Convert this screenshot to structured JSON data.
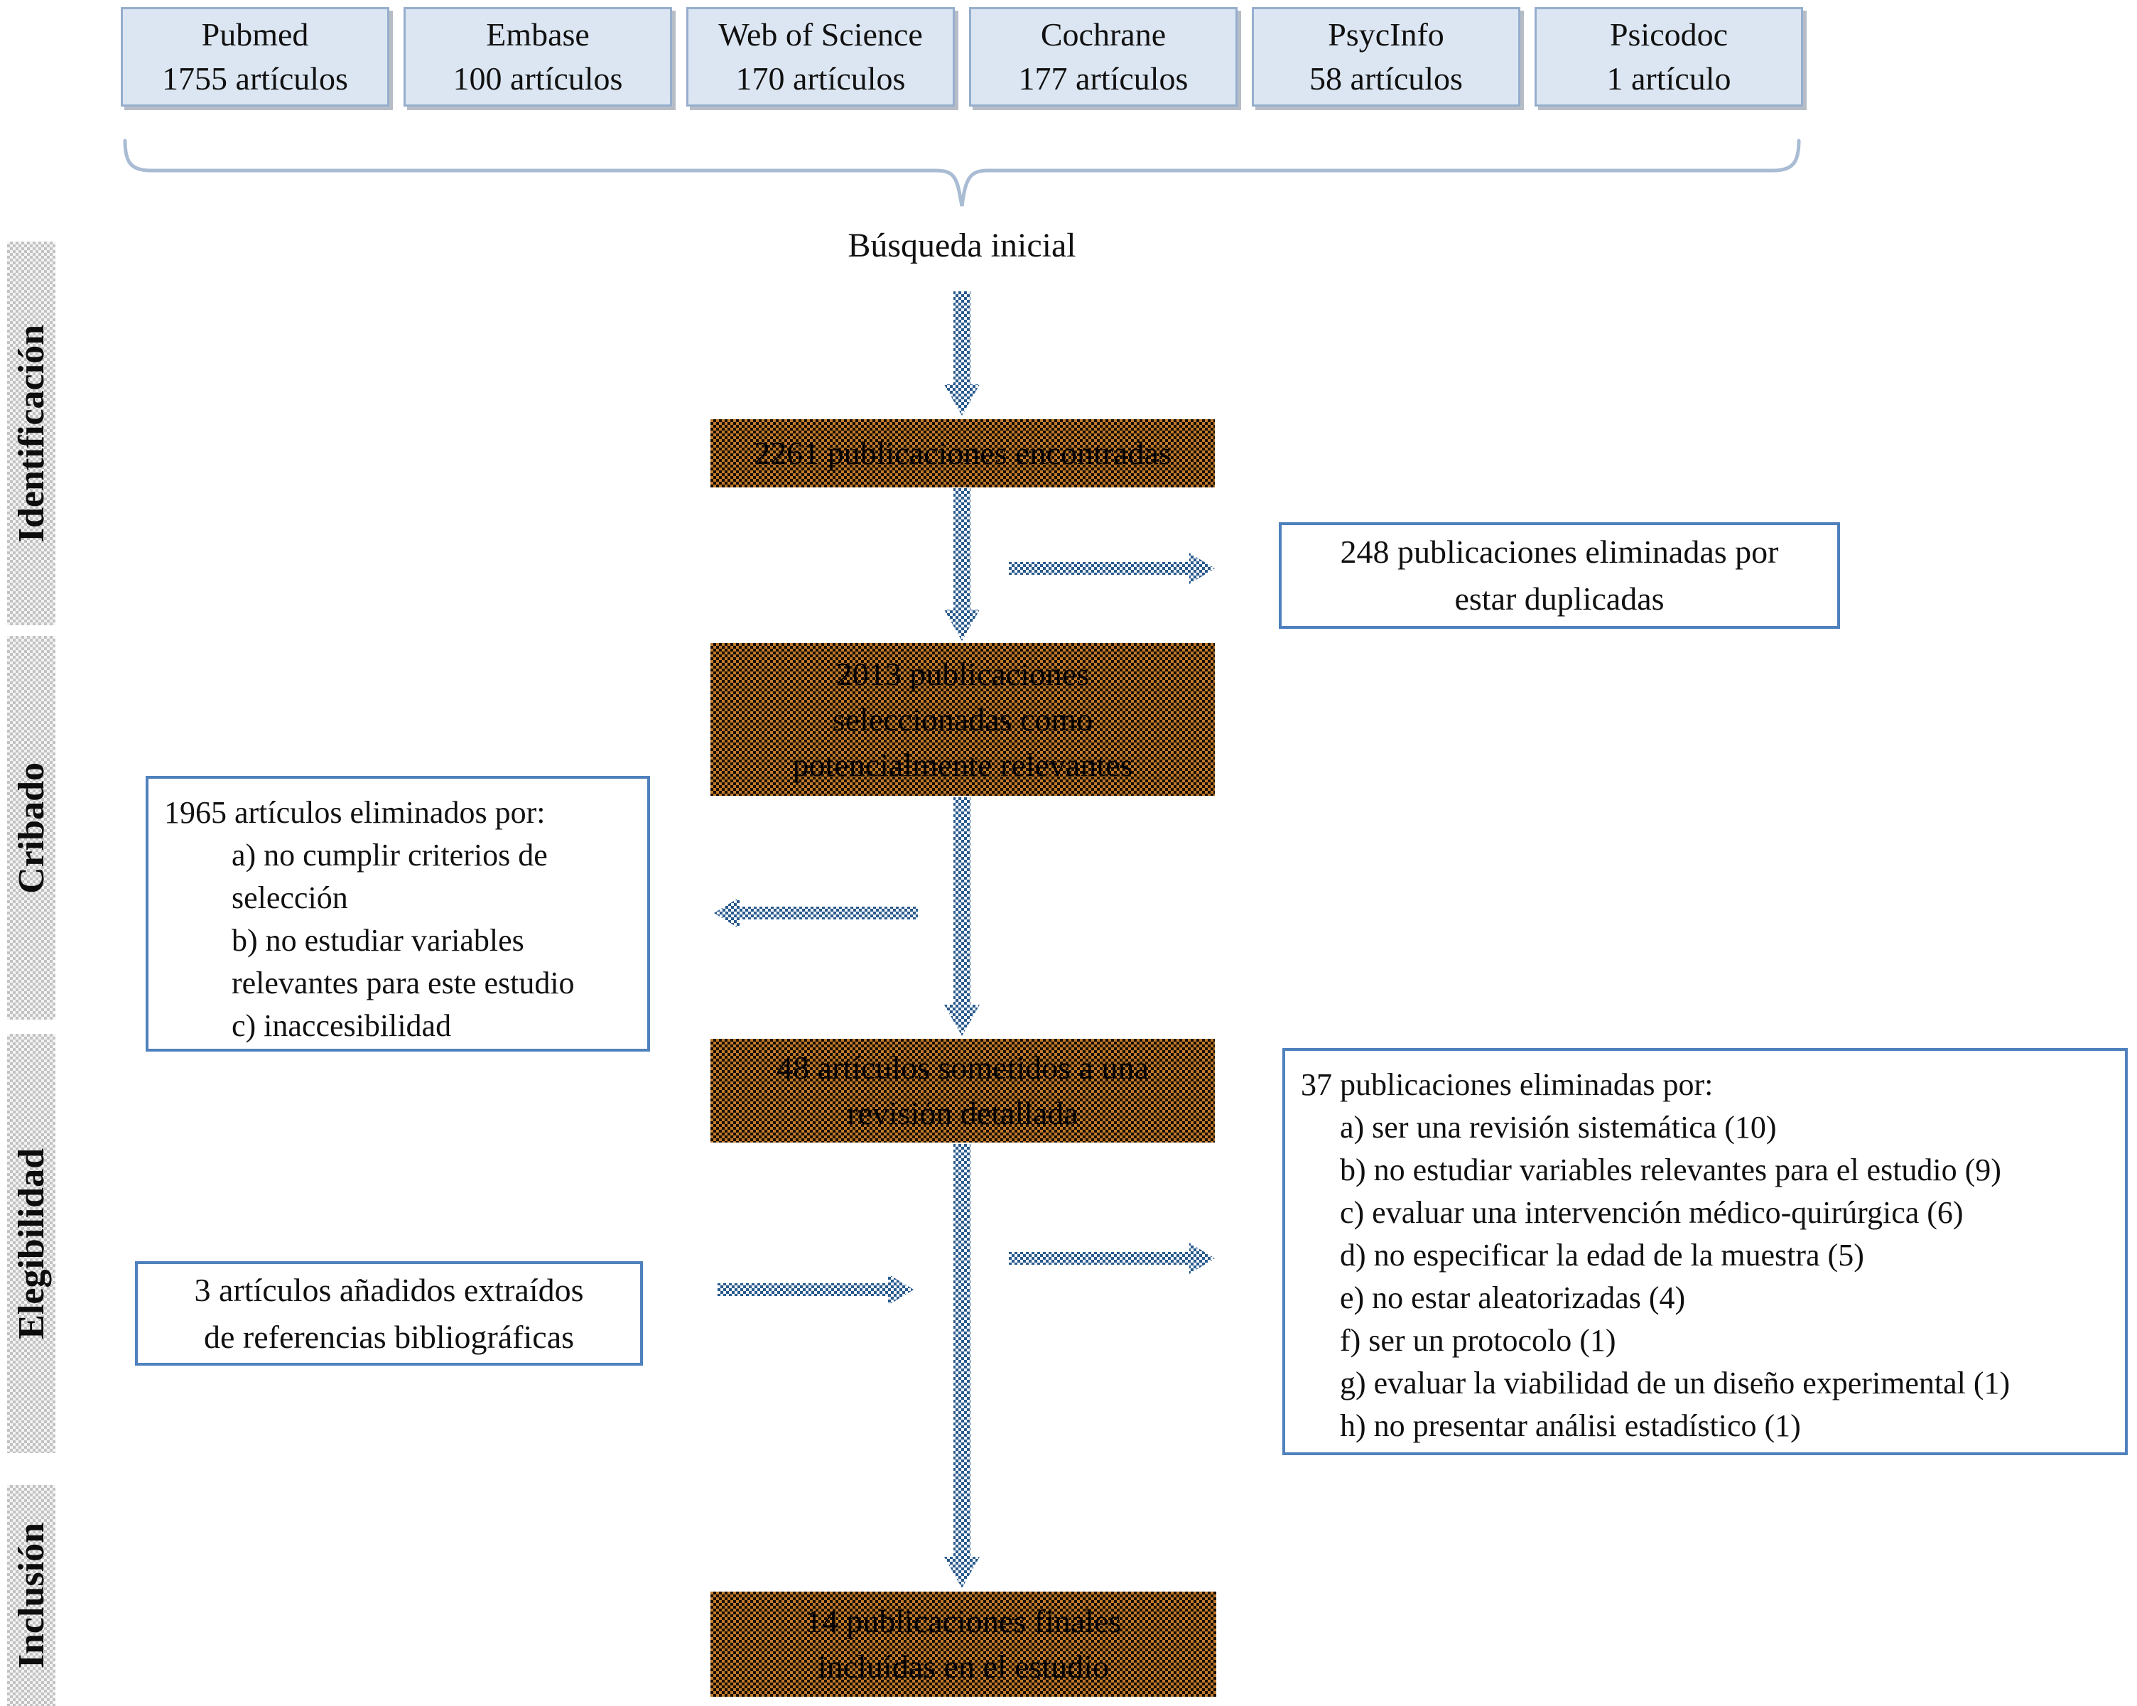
{
  "databases": [
    {
      "name": "Pubmed",
      "count": "1755 artículos"
    },
    {
      "name": "Embase",
      "count": "100 artículos"
    },
    {
      "name": "Web of Science",
      "count": "170 artículos"
    },
    {
      "name": "Cochrane",
      "count": "177 artículos"
    },
    {
      "name": "PsycInfo",
      "count": "58 artículos"
    },
    {
      "name": "Psicodoc",
      "count": "1 artículo"
    }
  ],
  "search_label": "Búsqueda inicial",
  "stages": [
    "Identificación",
    "Cribado",
    "Elegibilidad",
    "Inclusión"
  ],
  "flow": {
    "found": "2261 publicaciones encontradas",
    "selected": "2013 publicaciones seleccionadas como potencialmente relevantes",
    "review": "48 artículos sometidos a una revisión detallada",
    "final": "14 publicaciones finales incluídas en el estudio"
  },
  "exclusions": {
    "duplicates": {
      "line1": "248 publicaciones eliminadas por",
      "line2": "estar duplicadas"
    },
    "screening": {
      "title": "1965 artículos eliminados por:",
      "items": [
        "a) no cumplir criterios de selección",
        "b) no estudiar variables relevantes para este estudio",
        "c) inaccesibilidad"
      ]
    },
    "eligibility": {
      "title": "37 publicaciones eliminadas por:",
      "items": [
        "a) ser una revisión sistemática (10)",
        "b) no estudiar variables relevantes para el estudio (9)",
        "c) evaluar una intervención médico-quirúrgica (6)",
        "d) no especificar la edad de la muestra (5)",
        "e) no estar aleatorizadas (4)",
        "f) ser un protocolo (1)",
        "g) evaluar la viabilidad de un diseño experimental (1)",
        "h) no presentar análisi estadístico (1)"
      ]
    },
    "added": {
      "line1": "3 artículos añadidos extraídos",
      "line2": "de referencias bibliográficas"
    }
  },
  "colors": {
    "db_box_fill": "#dce6f2",
    "db_box_border": "#96aecd",
    "white_box_border": "#4f81bd",
    "arrow_blue": "#2a5a8c",
    "brown_box": "#c07a2b",
    "stage_bar_gray": "#c2c2c2",
    "brace_blue": "#a9bcd4"
  }
}
